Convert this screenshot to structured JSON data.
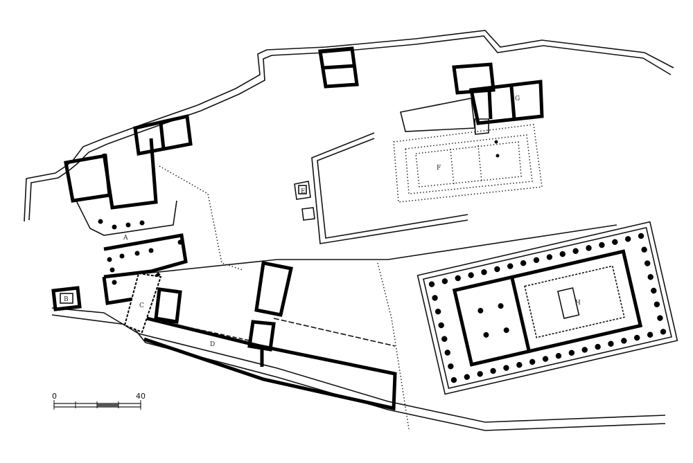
{
  "plan": {
    "labels": {
      "A": "A",
      "B": "B",
      "C": "C",
      "D": "D",
      "E": "E",
      "F": "F",
      "G": "G",
      "H": "H"
    },
    "scale_bar": {
      "start": "0",
      "end": "40",
      "segments": 4
    }
  },
  "colors": {
    "ink": "#111111",
    "paper": "#ffffff"
  }
}
